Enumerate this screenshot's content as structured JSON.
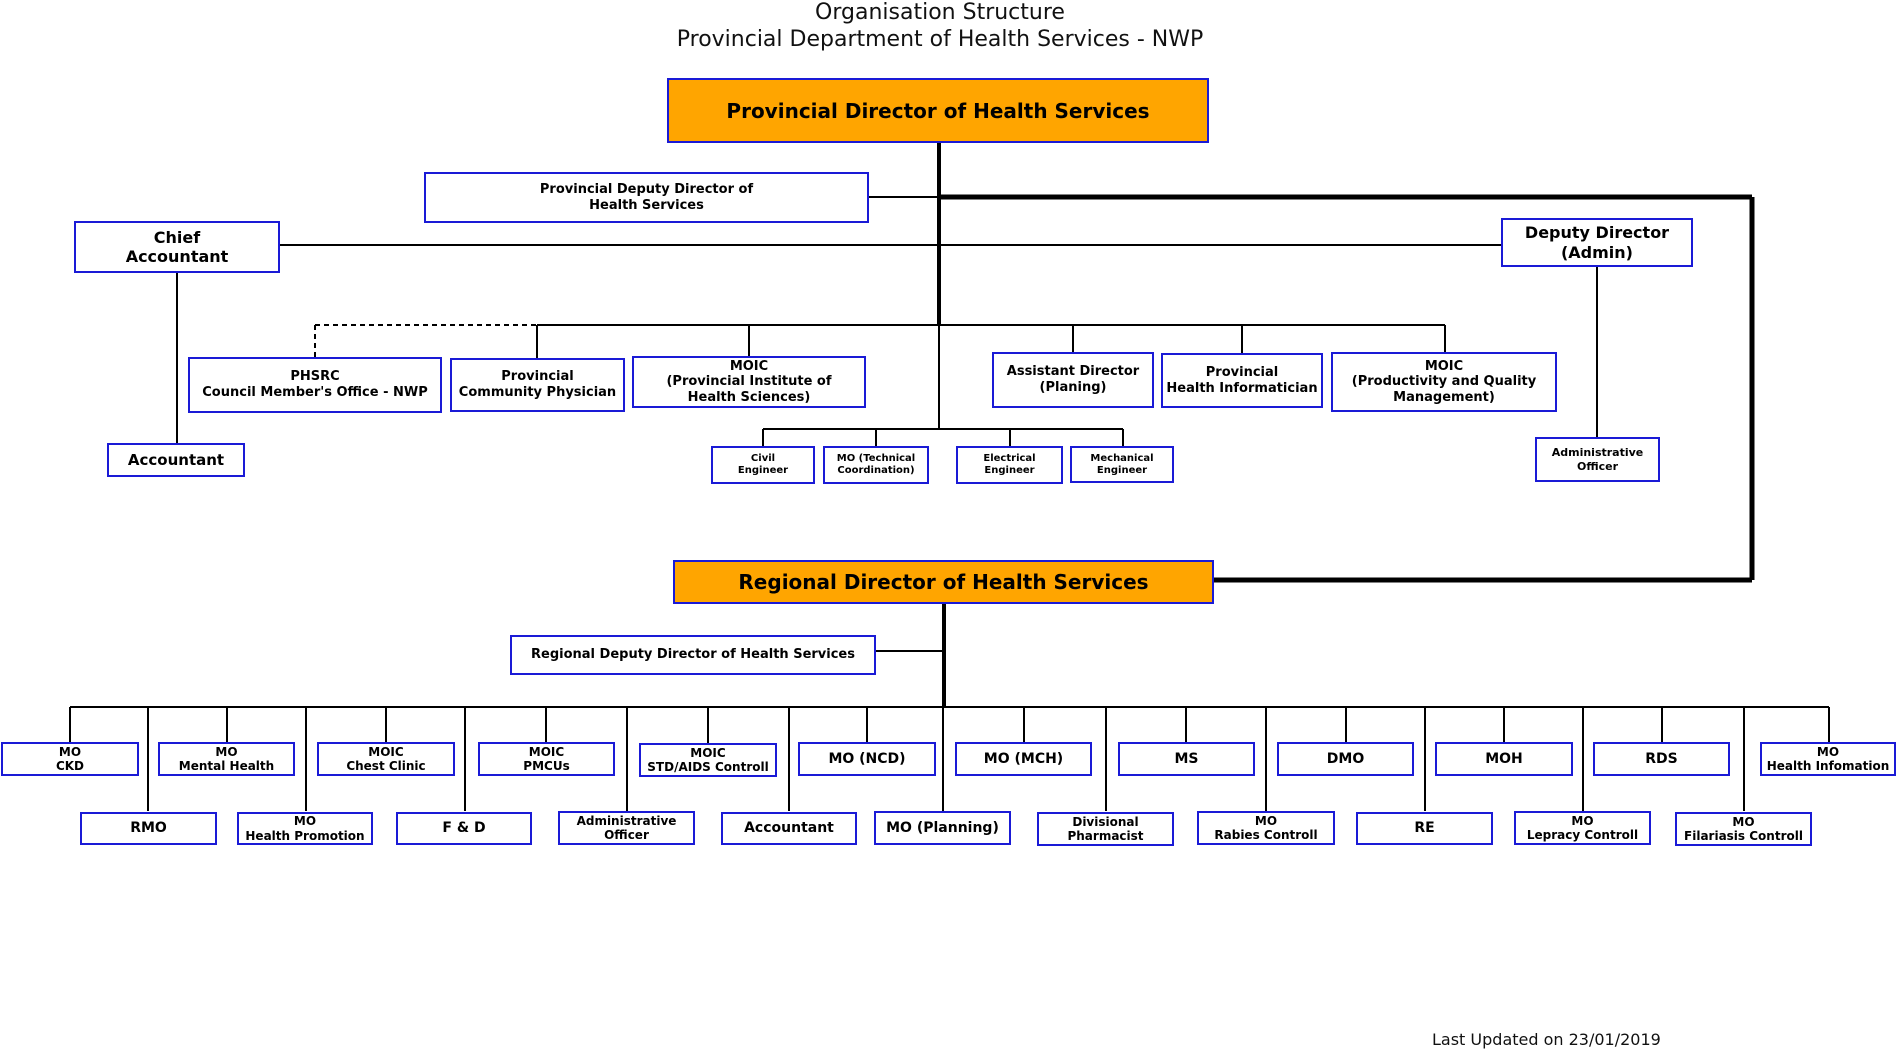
{
  "title_line1": "Organisation Structure",
  "title_line2": "Provincial Department of Health Services - NWP",
  "last_updated": "Last Updated on 23/01/2019",
  "colors": {
    "director_fill": "#ffa500",
    "box_border": "#1a1ad6",
    "line": "#000000"
  },
  "units": {
    "pdhs": "Provincial Director of Health Services",
    "pddhs": "Provincial Deputy Director of\nHealth Services",
    "chief_accountant": "Chief\nAccountant",
    "deputy_director_admin": "Deputy Director\n(Admin)",
    "accountant_prov": "Accountant",
    "phsrc": "PHSRC\nCouncil Member's Office - NWP",
    "prov_comm_physician": "Provincial\nCommunity Physician",
    "moic_pihs": "MOIC\n(Provincial Institute of\nHealth Sciences)",
    "ad_planing": "Assistant Director\n(Planing)",
    "prov_health_informatician": "Provincial\nHealth Informatician",
    "moic_pqm": "MOIC\n(Productivity and Quality\nManagement)",
    "admin_officer_prov": "Administrative\nOfficer",
    "civil_engineer": "Civil\nEngineer",
    "mo_tech_coord": "MO (Technical\nCoordination)",
    "electrical_engineer": "Electrical\nEngineer",
    "mechanical_engineer": "Mechanical\nEngineer",
    "rdhs": "Regional Director of Health Services",
    "rddhs": "Regional Deputy Director of Health Services",
    "mo_ckd": "MO\nCKD",
    "mo_mental_health": "MO\nMental Health",
    "moic_chest_clinic": "MOIC\nChest Clinic",
    "moic_pmcus": "MOIC\nPMCUs",
    "moic_std": "MOIC\nSTD/AIDS Controll",
    "mo_ncd": "MO (NCD)",
    "mo_mch": "MO (MCH)",
    "ms": "MS",
    "dmo": "DMO",
    "moh": "MOH",
    "rds": "RDS",
    "mo_health_info": "MO\nHealth Infomation",
    "rmo": "RMO",
    "mo_health_promotion": "MO\nHealth Promotion",
    "f_and_d": "F & D",
    "admin_officer_reg": "Administrative\nOfficer",
    "accountant_reg": "Accountant",
    "mo_planning": "MO (Planning)",
    "divisional_pharmacist": "Divisional\nPharmacist",
    "mo_rabies": "MO\nRabies Controll",
    "re": "RE",
    "mo_lepracy": "MO\nLepracy Controll",
    "mo_filariasis": "MO\nFilariasis Controll"
  }
}
